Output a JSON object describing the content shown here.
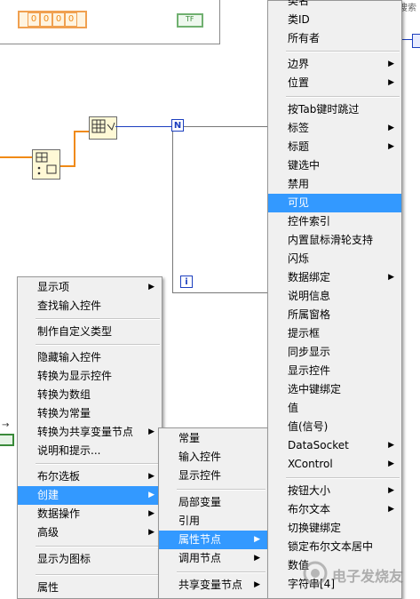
{
  "diagram": {
    "digits": [
      "0",
      "0",
      "0",
      "0"
    ],
    "tf_label": "TF",
    "n_label": "N",
    "i_label": "i",
    "partial_label": "搜索"
  },
  "context_menu": {
    "items": [
      {
        "label": "显示项",
        "submenu": true
      },
      {
        "label": "查找输入控件"
      },
      {
        "sep": true
      },
      {
        "label": "制作自定义类型"
      },
      {
        "sep": true
      },
      {
        "label": "隐藏输入控件"
      },
      {
        "label": "转换为显示控件"
      },
      {
        "label": "转换为数组"
      },
      {
        "label": "转换为常量"
      },
      {
        "label": "转换为共享变量节点",
        "submenu": true
      },
      {
        "label": "说明和提示..."
      },
      {
        "sep": true
      },
      {
        "label": "布尔选板",
        "submenu": true
      },
      {
        "label": "创建",
        "submenu": true,
        "highlighted": true
      },
      {
        "label": "数据操作",
        "submenu": true
      },
      {
        "label": "高级",
        "submenu": true
      },
      {
        "sep": true
      },
      {
        "label": "显示为图标"
      },
      {
        "sep": true
      },
      {
        "label": "属性"
      }
    ]
  },
  "create_menu": {
    "items": [
      {
        "label": "常量"
      },
      {
        "label": "输入控件"
      },
      {
        "label": "显示控件"
      },
      {
        "sep": true
      },
      {
        "label": "局部变量"
      },
      {
        "label": "引用"
      },
      {
        "label": "属性节点",
        "submenu": true,
        "highlighted": true
      },
      {
        "label": "调用节点",
        "submenu": true
      },
      {
        "sep": true
      },
      {
        "label": "共享变量节点",
        "submenu": true
      }
    ]
  },
  "property_menu": {
    "items": [
      {
        "label": "类名"
      },
      {
        "label": "类ID"
      },
      {
        "label": "所有者"
      },
      {
        "sep": true
      },
      {
        "label": "边界",
        "submenu": true
      },
      {
        "label": "位置",
        "submenu": true
      },
      {
        "sep": true
      },
      {
        "label": "按Tab键时跳过"
      },
      {
        "label": "标签",
        "submenu": true
      },
      {
        "label": "标题",
        "submenu": true
      },
      {
        "label": "键选中"
      },
      {
        "label": "禁用"
      },
      {
        "label": "可见",
        "highlighted": true
      },
      {
        "label": "控件索引"
      },
      {
        "label": "内置鼠标滑轮支持"
      },
      {
        "label": "闪烁"
      },
      {
        "label": "数据绑定",
        "submenu": true
      },
      {
        "label": "说明信息"
      },
      {
        "label": "所属窗格"
      },
      {
        "label": "提示框"
      },
      {
        "label": "同步显示"
      },
      {
        "label": "显示控件"
      },
      {
        "label": "选中键绑定"
      },
      {
        "label": "值"
      },
      {
        "label": "值(信号)"
      },
      {
        "label": "DataSocket",
        "submenu": true
      },
      {
        "label": "XControl",
        "submenu": true
      },
      {
        "sep": true
      },
      {
        "label": "按钮大小",
        "submenu": true
      },
      {
        "label": "布尔文本",
        "submenu": true
      },
      {
        "label": "切换键绑定"
      },
      {
        "label": "锁定布尔文本居中"
      },
      {
        "label": "数值"
      },
      {
        "label": "字符串[4]"
      }
    ]
  },
  "watermark": "电子发烧友"
}
